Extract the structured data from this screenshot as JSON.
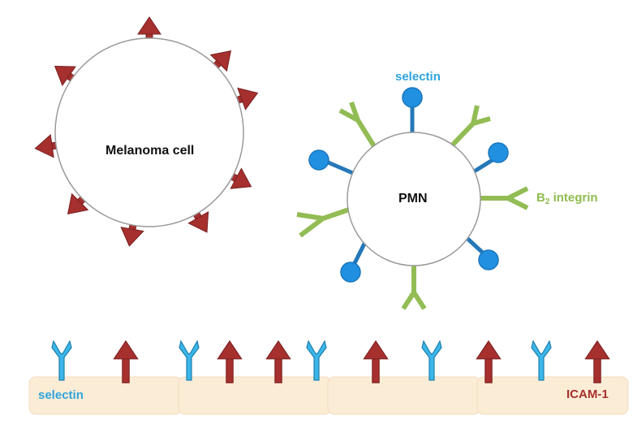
{
  "labels": {
    "melanoma_cell": "Melanoma cell",
    "pmn": "PMN",
    "selectin_top": "selectin",
    "integrin_prefix": "B",
    "integrin_subscript": "2",
    "integrin_suffix": " integrin",
    "selectin_bottom": "selectin",
    "icam": "ICAM-1"
  },
  "icons": {
    "icam_receptor": "red-arrow-receptor",
    "selectin_receptor": "blue-y-receptor",
    "selectin_ligand": "blue-ball-on-stalk",
    "integrin_receptor": "green-y-receptor"
  },
  "colors": {
    "icam": "#a6302e",
    "selectin": "#2ea4dc",
    "integrin": "#8fbc4e",
    "endothelium": "#fbecd6",
    "cell_outline": "#9a9a9a"
  }
}
